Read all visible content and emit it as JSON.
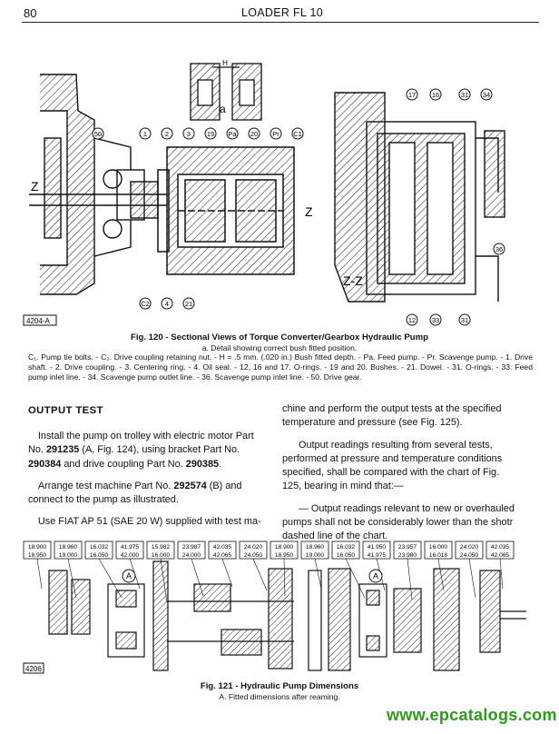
{
  "header": {
    "page_number": "80",
    "title": "LOADER FL 10"
  },
  "fig120": {
    "plate_code": "4204-A",
    "detail_label": "a",
    "h_label": "H",
    "section_label": "Z",
    "zz_label": "Z-Z",
    "callouts_top_left": [
      "50",
      "1",
      "2",
      "3",
      "19",
      "Pa",
      "20",
      "Pr",
      "C1"
    ],
    "callouts_bottom_left": [
      "C2",
      "4",
      "21"
    ],
    "callouts_right": [
      "17",
      "16",
      "31",
      "34",
      "36",
      "12",
      "33",
      "31"
    ],
    "caption_title": "Fig. 120 - Sectional Views of Torque Converter/Gearbox Hydraulic Pump",
    "caption_sub": "a. Detail showing correct bush fitted position.",
    "legend": "C₁. Pump tie bolts. - C₂. Drive coupling retaining nut. - H = .5 mm. (.020 in.) Bush fitted depth. - Pa. Feed pump. - Pr. Scavenge pump. - 1. Drive shaft. - 2. Drive coupling. - 3. Centering ring. - 4. Oil seal. - 12, 16 and 17. O-rings. - 19 and 20. Bushes. - 21. Dowel. - 31. O-rings. - 33. Feed pump inlet line. - 34. Scavenge pump outlet line. - 36. Scavenge pump inlet line. - 50. Drive gear."
  },
  "output_test": {
    "heading": "OUTPUT TEST",
    "p1_a": "Install the pump on trolley with electric motor Part No.",
    "p1_b": "291235",
    "p1_c": " (A, Fig. 124), using bracket Part No. ",
    "p1_d": "290384",
    "p1_e": " and drive coupling Part No. ",
    "p1_f": "290385",
    "p1_g": ".",
    "p2_a": "Arrange test machine Part No. ",
    "p2_b": "292574",
    "p2_c": " (B) and connect to the pump as illustrated.",
    "p3": "Use FIAT AP 51 (SAE 20 W) supplied with test ma-",
    "p4": "chine and perform the output tests at the specified temperature and pressure (see Fig. 125).",
    "p5": "Output readings resulting from several tests, performed at pressure and temperature conditions specified, shall be compared with the chart of Fig. 125, bearing in mind that:—",
    "p6": "— Output readings relevant to new or overhauled pumps shall not be considerably lower than the shotr dashed line of the chart."
  },
  "fig121": {
    "plate_code": "4206",
    "detail_label": "A",
    "dimensions": [
      [
        "18.900",
        "18.950"
      ],
      [
        "18.960",
        "19.000"
      ],
      [
        "16.032",
        "16.050"
      ],
      [
        "41.975",
        "42.000"
      ],
      [
        "15.982",
        "16.000"
      ],
      [
        "23.987",
        "24.000"
      ],
      [
        "42.035",
        "42.065"
      ],
      [
        "24.020",
        "24.050"
      ],
      [
        "18.900",
        "18.950"
      ],
      [
        "18.960",
        "19.000"
      ],
      [
        "16.032",
        "16.050"
      ],
      [
        "41.950",
        "41.975"
      ],
      [
        "23.957",
        "23.980"
      ],
      [
        "16.000",
        "16.018"
      ],
      [
        "24.020",
        "24.050"
      ],
      [
        "42.035",
        "42.065"
      ]
    ],
    "caption_title": "Fig. 121 - Hydraulic Pump Dimensions",
    "caption_sub": "A. Fitted dimensions after reaming."
  },
  "footer": {
    "url": "www.epcatalogs.com"
  }
}
